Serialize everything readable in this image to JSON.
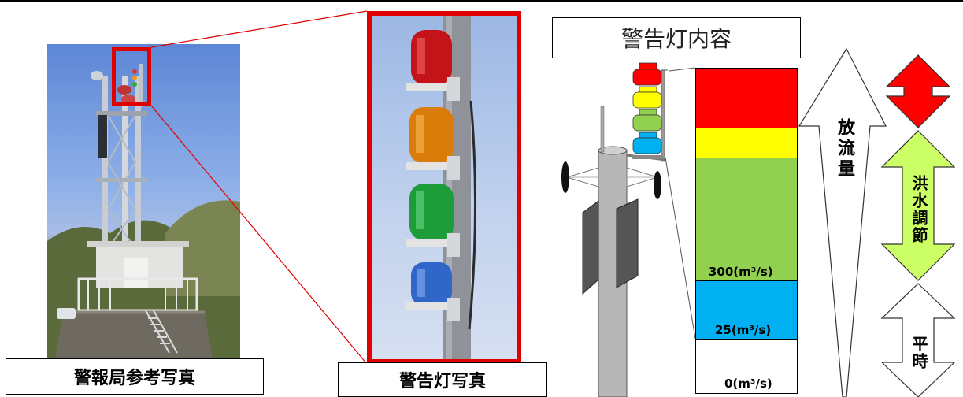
{
  "captions": {
    "station_photo": "警報局参考写真",
    "lamp_photo": "警告灯写真"
  },
  "legend": {
    "title": "警告灯内容",
    "discharge_label": "放流量",
    "flood_control": "洪水調節",
    "normal": "平時"
  },
  "thresholds": {
    "q300": "300(m³/s)",
    "q25": "25(m³/s)",
    "q0": "0(m³/s)"
  },
  "colors": {
    "red": "#ff0000",
    "yellow": "#ffff00",
    "green": "#92d050",
    "blue": "#00b0f0",
    "frame": "#e00000"
  }
}
